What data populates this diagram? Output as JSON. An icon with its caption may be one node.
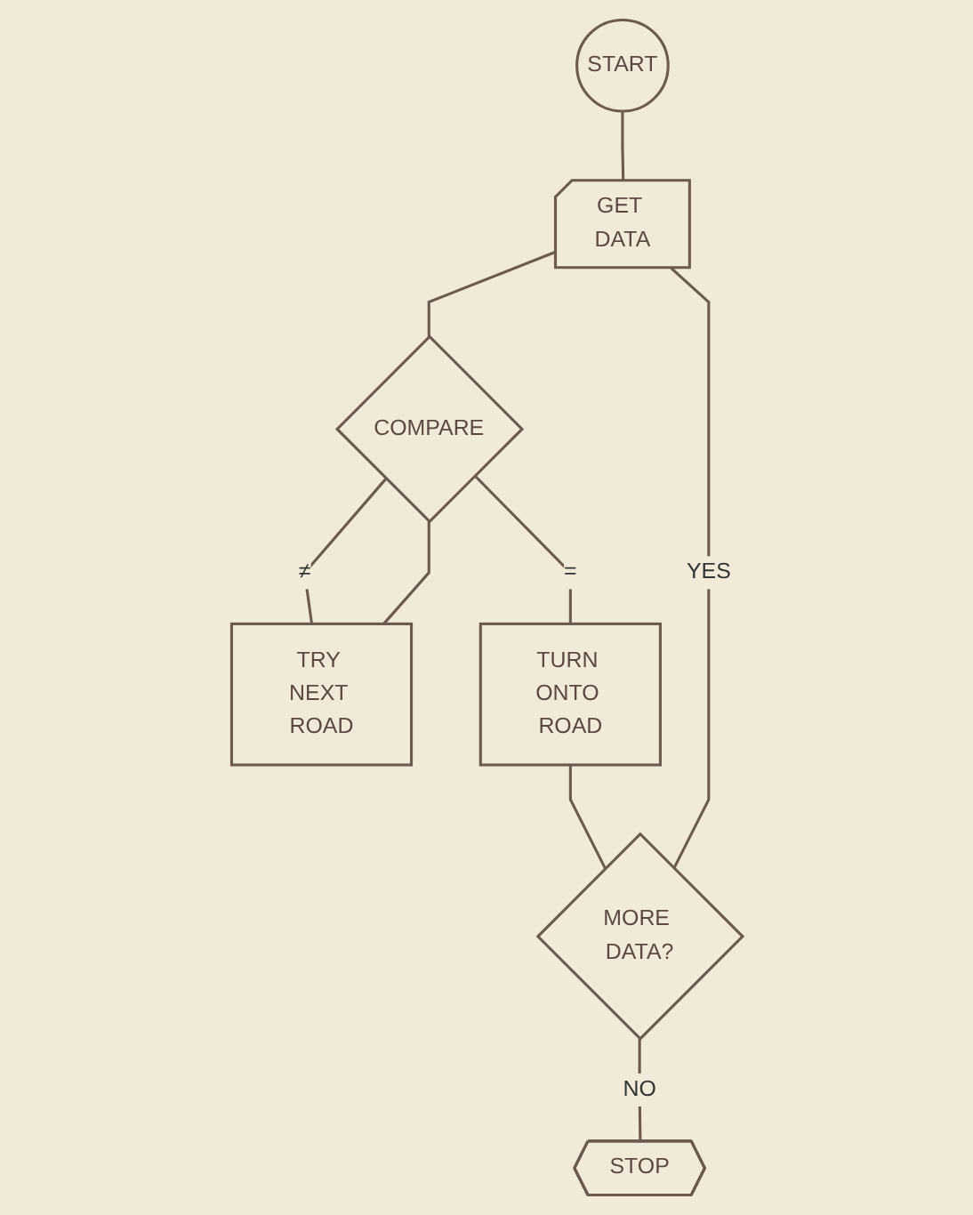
{
  "diagram": {
    "nodes": [
      {
        "text": [
          "START"
        ]
      },
      {
        "text": [
          "GET DATA"
        ]
      },
      {
        "text": [
          "COMPARE"
        ]
      },
      {
        "text": [
          "TRY NEXT ROAD"
        ]
      },
      {
        "text": [
          "TURN ONTO ROAD"
        ]
      },
      {
        "text": [
          "MORE DATA?"
        ]
      },
      {
        "text": [
          "STOP"
        ]
      }
    ],
    "edges": [
      {
        "from": 0,
        "to": 1,
        "arrow": "none"
      },
      {
        "from": 1,
        "to": 2,
        "arrow": "none"
      },
      {
        "from": 2,
        "to": 3,
        "arrow": "none",
        "label": "≠"
      },
      {
        "from": 3,
        "to": 2,
        "arrow": "none"
      },
      {
        "from": 2,
        "to": 4,
        "arrow": "none",
        "label": "="
      },
      {
        "from": 4,
        "to": 5,
        "arrow": "none"
      },
      {
        "from": 5,
        "to": 1,
        "arrow": "none",
        "label": "YES"
      },
      {
        "from": 5,
        "to": 6,
        "arrow": "none",
        "label": "NO"
      }
    ]
  }
}
